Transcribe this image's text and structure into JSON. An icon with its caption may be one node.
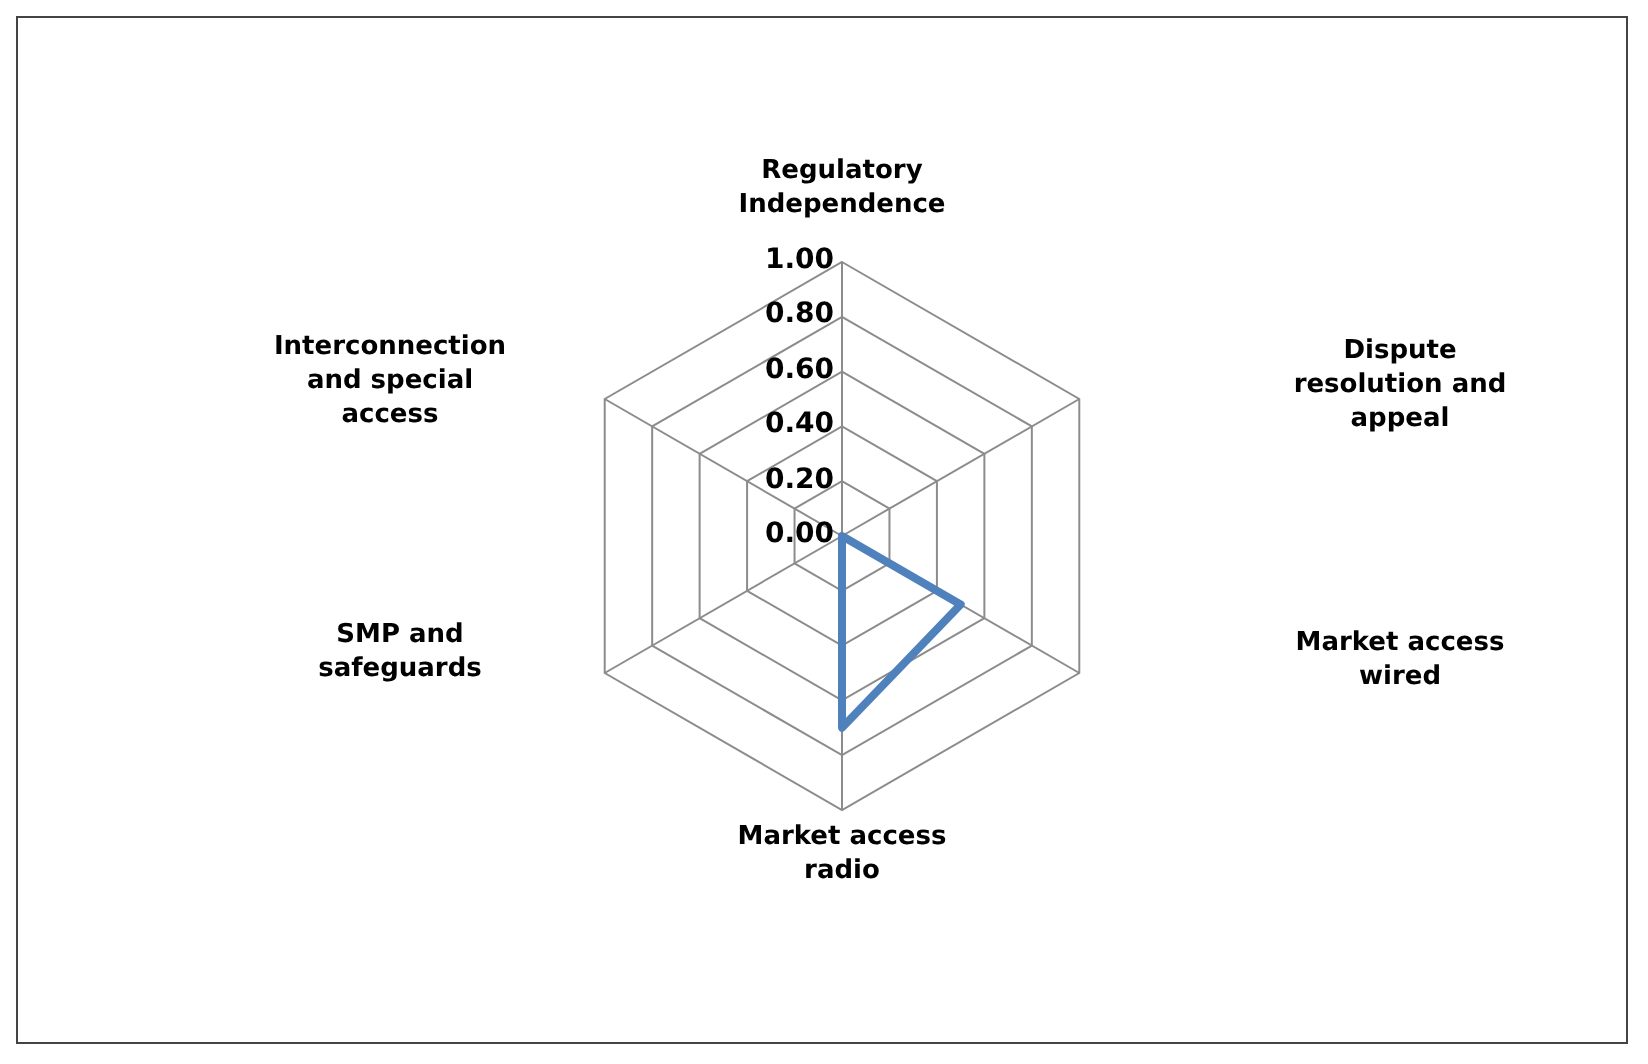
{
  "diagram": {
    "chart_data": {
      "type": "radar",
      "categories": [
        "Regulatory Independence",
        "Dispute resolution and appeal",
        "Market access wired",
        "Market access radio",
        "SMP and safeguards",
        "Interconnection and special access"
      ],
      "yticks": [
        {
          "value": 0,
          "label": "0.00"
        },
        {
          "value": 0.2,
          "label": "0.20"
        },
        {
          "value": 0.4,
          "label": "0.40"
        },
        {
          "value": 0.6,
          "label": "0.60"
        },
        {
          "value": 0.8,
          "label": "0.80"
        },
        {
          "value": 1,
          "label": "1.00"
        }
      ],
      "ylim": [
        0,
        1
      ],
      "series": [
        {
          "color": "#4f81bd",
          "values": [
            0,
            0,
            0.5,
            0.7,
            0,
            0
          ]
        }
      ]
    }
  }
}
